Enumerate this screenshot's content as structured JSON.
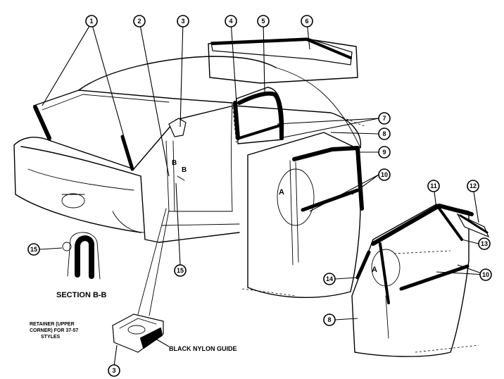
{
  "callouts": [
    {
      "id": "c1",
      "label": "1"
    },
    {
      "id": "c2",
      "label": "2"
    },
    {
      "id": "c3",
      "label": "3"
    },
    {
      "id": "c4",
      "label": "4"
    },
    {
      "id": "c5",
      "label": "5"
    },
    {
      "id": "c6",
      "label": "6"
    },
    {
      "id": "c7",
      "label": "7"
    },
    {
      "id": "c8",
      "label": "8"
    },
    {
      "id": "c9",
      "label": "9"
    },
    {
      "id": "c10",
      "label": "10"
    },
    {
      "id": "c11",
      "label": "11"
    },
    {
      "id": "c12",
      "label": "12"
    },
    {
      "id": "c13",
      "label": "13"
    },
    {
      "id": "c14",
      "label": "14"
    },
    {
      "id": "c15",
      "label": "15"
    },
    {
      "id": "c8b",
      "label": "8"
    },
    {
      "id": "c10b",
      "label": "10"
    },
    {
      "id": "c15b",
      "label": "15"
    },
    {
      "id": "c3b",
      "label": "3"
    }
  ],
  "labels": {
    "section": "SECTION B-B",
    "retainer_line1": "RETAINER (UPPER",
    "retainer_line2": "CORNER) FOR 37-57",
    "retainer_line3": "STYLES",
    "nylon_guide": "BLACK NYLON GUIDE",
    "view_a_front": "A",
    "view_a_rear": "A",
    "section_b_upper": "B",
    "section_b_lower": "B"
  }
}
